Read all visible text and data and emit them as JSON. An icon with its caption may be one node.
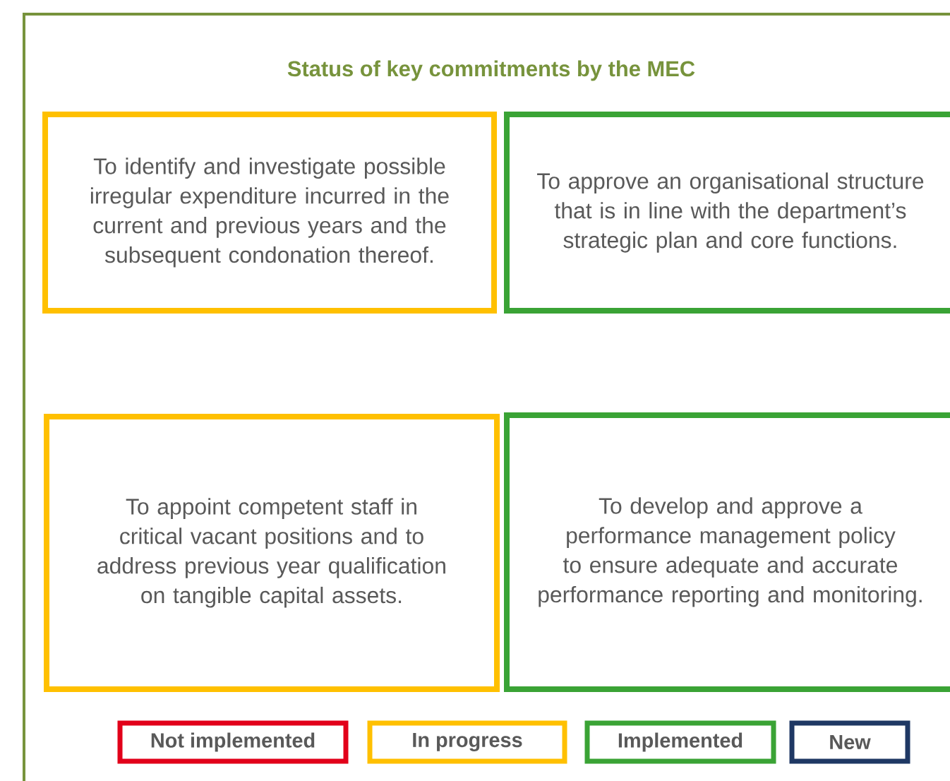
{
  "diagram": {
    "title": "Status of key commitments by the MEC",
    "nodes": [
      {
        "text": [
          "To identify and investigate possible irregular expenditure incurred in the current and previous years and the subsequent condonation thereof."
        ]
      },
      {
        "text": [
          "To approve an organisational structure that is in line with the department’s strategic plan and core functions."
        ]
      },
      {
        "text": [
          "To appoint competent staff in critical vacant positions and to address previous year qualification on tangible capital assets."
        ]
      },
      {
        "text": [
          "To develop and approve a performance management policy to ensure adequate and accurate performance reporting and monitoring."
        ]
      }
    ],
    "legend": [
      {
        "text": "Not implemented",
        "color": "#e2001a"
      },
      {
        "text": "In progress",
        "color": "#ffc000"
      },
      {
        "text": "Implemented",
        "color": "#3aa335"
      },
      {
        "text": "New",
        "color": "#1f3864"
      }
    ]
  }
}
